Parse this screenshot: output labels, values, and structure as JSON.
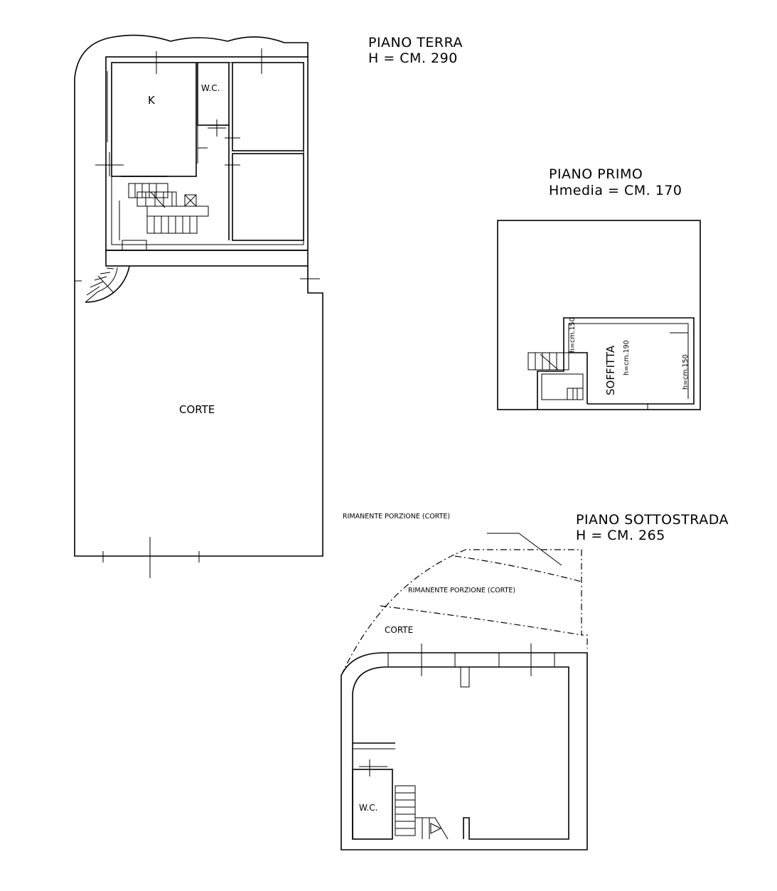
{
  "piano_terra": {
    "title": "PIANO TERRA",
    "height": "H = CM. 290",
    "room_k": "K",
    "room_wc": "W.C.",
    "courtyard": "CORTE"
  },
  "piano_primo": {
    "title": "PIANO PRIMO",
    "height": "Hmedia = CM. 170",
    "room": "SOFFITTA",
    "h_center": "h=cm.190",
    "h_right": "h=cm.150",
    "h_left": "h=cm.150"
  },
  "piano_sottostrada": {
    "title": "PIANO SOTTOSTRADA",
    "height": "H = CM. 265",
    "label_outside": "RIMANENTE PORZIONE (CORTE)",
    "label_inside": "RIMANENTE PORZIONE (CORTE)",
    "courtyard": "CORTE",
    "room_wc": "W.C."
  }
}
